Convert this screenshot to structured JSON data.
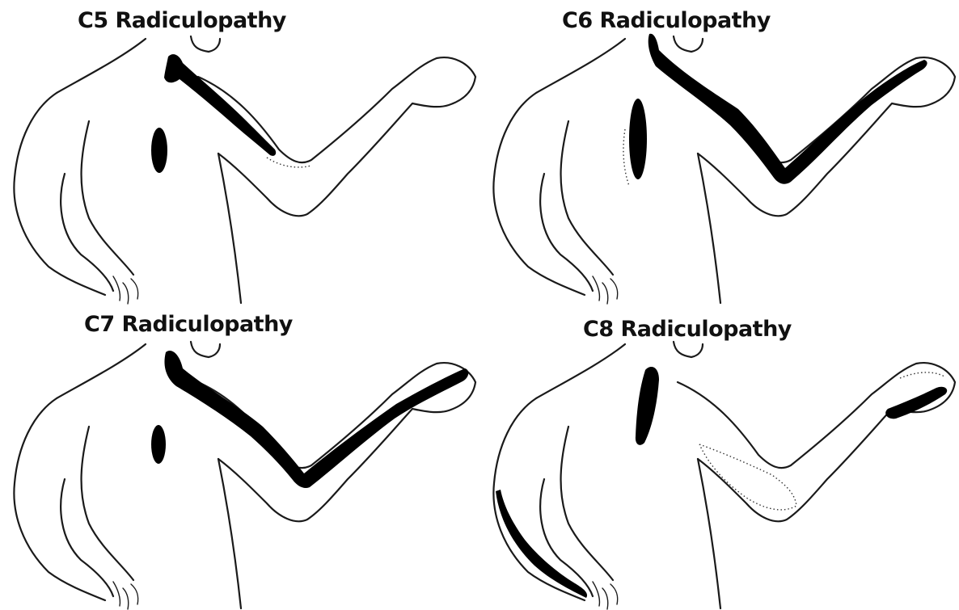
{
  "panels": [
    {
      "id": "c5",
      "title": "C5 Radiculopathy"
    },
    {
      "id": "c6",
      "title": "C6 Radiculopathy"
    },
    {
      "id": "c7",
      "title": "C7 Radiculopathy"
    },
    {
      "id": "c8",
      "title": "C8 Radiculopathy"
    }
  ],
  "colors": {
    "background": "#ffffff",
    "line": "#1a1a1a",
    "dermatome": "#000000"
  }
}
